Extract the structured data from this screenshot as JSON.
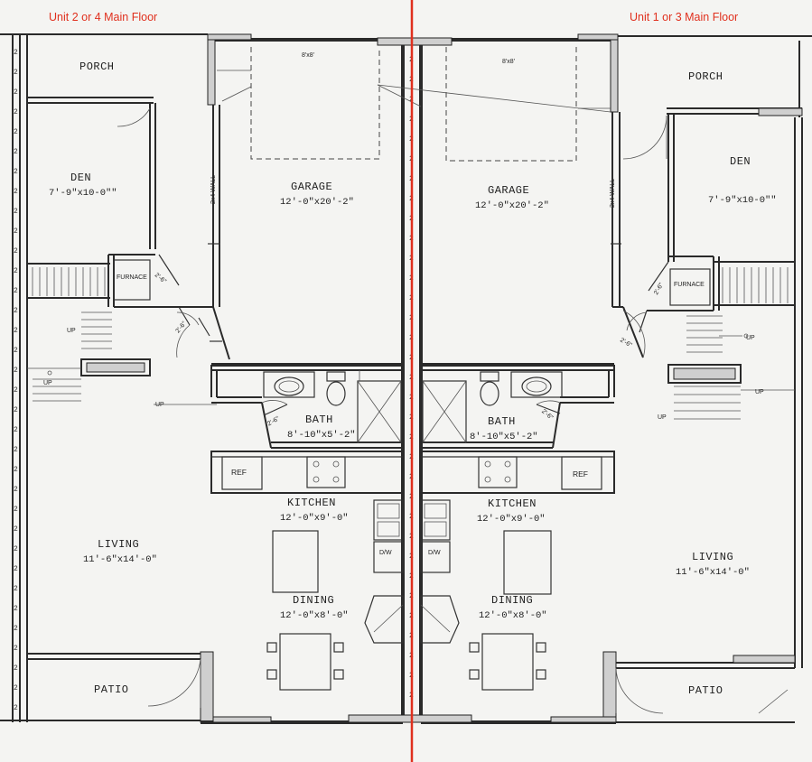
{
  "unit_labels": {
    "left": "Unit 2 or 4 Main Floor",
    "right": "Unit 1 or 3 Main Floor"
  },
  "left_unit": {
    "porch": "PORCH",
    "den": "DEN",
    "den_size": "7'-9\"x10-0\"\"",
    "furnace": "FURNACE",
    "garage": "GARAGE",
    "garage_size": "12'-0\"x20'-2\"",
    "bath": "BATH",
    "bath_size": "8'-10\"x5'-2\"",
    "ref": "REF",
    "kitchen": "KITCHEN",
    "kitchen_size": "12'-0\"x9'-0\"",
    "living": "LIVING",
    "living_size": "11'-6\"x14'-0\"",
    "dining": "DINING",
    "dining_size": "12'-0\"x8'-0\"",
    "patio": "PATIO",
    "up": "UP",
    "dw": "D/W",
    "door_note": "2'-6\"",
    "door_8": "8'x8'",
    "wall_note": "2x4 WALL"
  },
  "right_unit": {
    "porch": "PORCH",
    "den": "DEN",
    "den_size": "7'-9\"x10-0\"\"",
    "furnace": "FURNACE",
    "garage": "GARAGE",
    "garage_size": "12'-0\"x20'-2\"",
    "bath": "BATH",
    "bath_size": "8'-10\"x5'-2\"",
    "ref": "REF",
    "kitchen": "KITCHEN",
    "kitchen_size": "12'-0\"x9'-0\"",
    "living": "LIVING",
    "living_size": "11'-6\"x14'-0\"",
    "dining": "DINING",
    "dining_size": "12'-0\"x8'-0\"",
    "patio": "PATIO",
    "up": "UP",
    "dw": "D/W",
    "door_note": "2'-6\"",
    "door_8": "8'x8'",
    "wall_note": "2x4 WALL"
  },
  "colors": {
    "divider": "#e0301e",
    "unit_label": "#e0301e",
    "paper": "#f4f4f2",
    "ink": "#2a2a2a"
  }
}
